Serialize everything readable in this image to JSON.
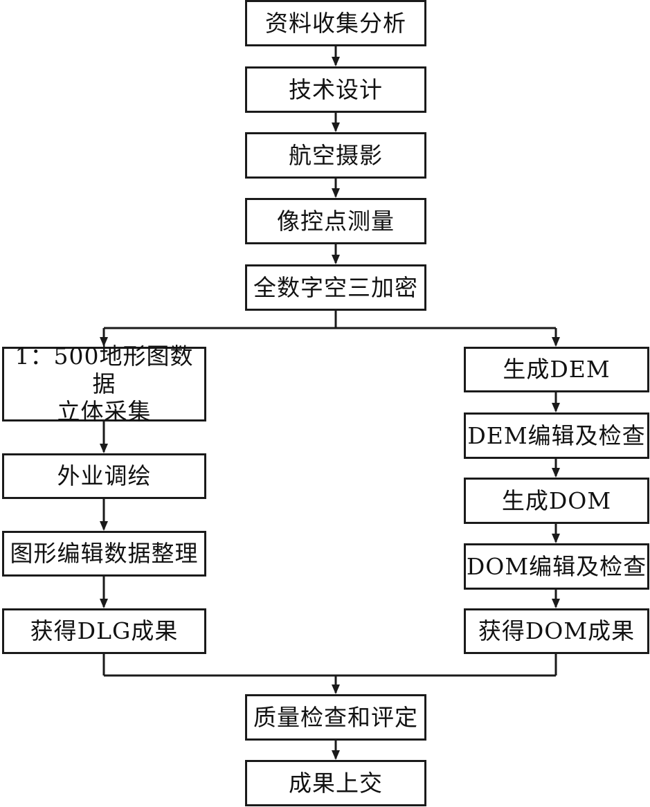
{
  "diagram": {
    "type": "flowchart",
    "main_steps": [
      {
        "id": "s1",
        "label": "资料收集分析"
      },
      {
        "id": "s2",
        "label": "技术设计"
      },
      {
        "id": "s3",
        "label": "航空摄影"
      },
      {
        "id": "s4",
        "label": "像控点测量"
      },
      {
        "id": "s5",
        "label": "全数字空三加密"
      }
    ],
    "left_branch": [
      {
        "id": "l1",
        "label": "1：500地形图数据\n立体采集"
      },
      {
        "id": "l2",
        "label": "外业调绘"
      },
      {
        "id": "l3",
        "label": "图形编辑数据整理"
      },
      {
        "id": "l4",
        "label": "获得DLG成果"
      }
    ],
    "right_branch": [
      {
        "id": "r1",
        "label": "生成DEM"
      },
      {
        "id": "r2",
        "label": "DEM编辑及检查"
      },
      {
        "id": "r3",
        "label": "生成DOM"
      },
      {
        "id": "r4",
        "label": "DOM编辑及检查"
      },
      {
        "id": "r5",
        "label": "获得DOM成果"
      }
    ],
    "final_steps": [
      {
        "id": "f1",
        "label": "质量检查和评定"
      },
      {
        "id": "f2",
        "label": "成果上交"
      }
    ],
    "edges": [
      [
        "s1",
        "s2"
      ],
      [
        "s2",
        "s3"
      ],
      [
        "s3",
        "s4"
      ],
      [
        "s4",
        "s5"
      ],
      [
        "s5",
        "l1"
      ],
      [
        "s5",
        "r1"
      ],
      [
        "l1",
        "l2"
      ],
      [
        "l2",
        "l3"
      ],
      [
        "l3",
        "l4"
      ],
      [
        "r1",
        "r2"
      ],
      [
        "r2",
        "r3"
      ],
      [
        "r3",
        "r4"
      ],
      [
        "r4",
        "r5"
      ],
      [
        "l4",
        "f1"
      ],
      [
        "r5",
        "f1"
      ],
      [
        "f1",
        "f2"
      ]
    ]
  }
}
